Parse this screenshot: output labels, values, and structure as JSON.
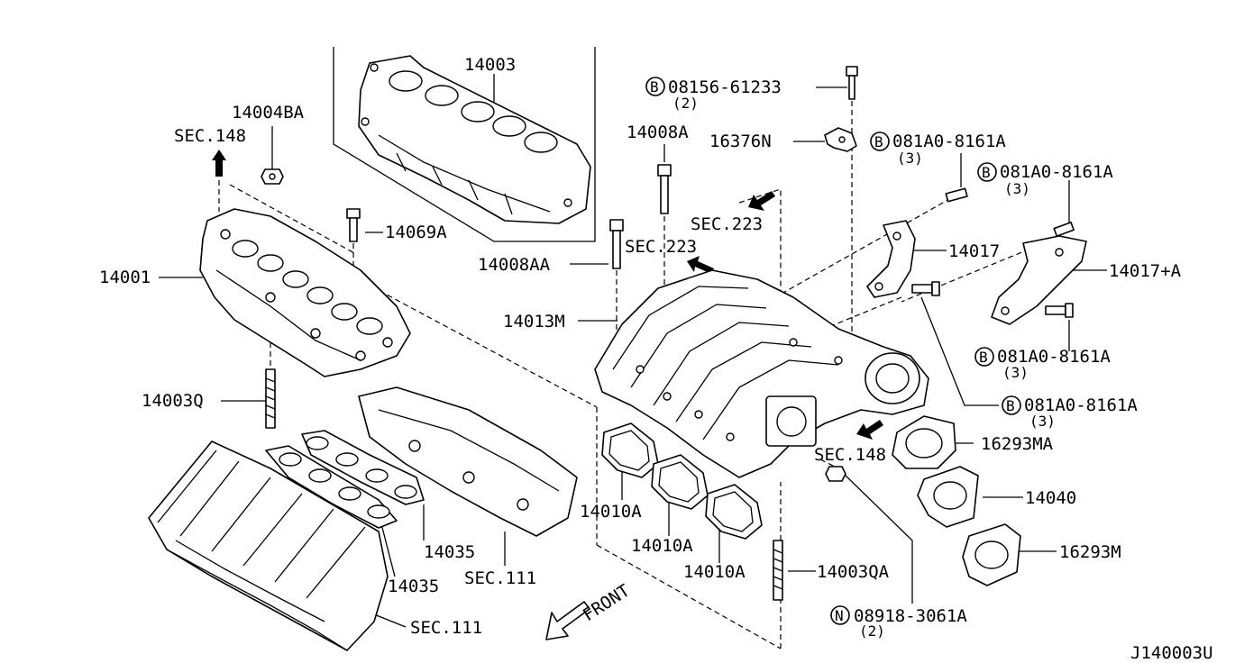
{
  "diagram_id": "J140003U",
  "labels": {
    "p14003": "14003",
    "p14004BA": "14004BA",
    "sec148_top": "SEC.148",
    "p14069A": "14069A",
    "p14001": "14001",
    "p14003Q": "14003Q",
    "p14035_a": "14035",
    "p14035_b": "14035",
    "sec111_a": "SEC.111",
    "sec111_b": "SEC.111",
    "p14010A_a": "14010A",
    "p14010A_b": "14010A",
    "p14010A_c": "14010A",
    "p14003QA": "14003QA",
    "front": "FRONT",
    "bolt_08156": "08156-61233",
    "bolt_08156_qty": "(2)",
    "p14008A": "14008A",
    "p16376N": "16376N",
    "bolt_081A0_1": "081A0-8161A",
    "bolt_081A0_1_qty": "(3)",
    "bolt_081A0_2": "081A0-8161A",
    "bolt_081A0_2_qty": "(3)",
    "sec223_a": "SEC.223",
    "sec223_b": "SEC.223",
    "p14008AA": "14008AA",
    "p14017": "14017",
    "p14017A": "14017+A",
    "p14013M": "14013M",
    "bolt_081A0_3": "081A0-8161A",
    "bolt_081A0_3_qty": "(3)",
    "bolt_081A0_4": "081A0-8161A",
    "bolt_081A0_4_qty": "(3)",
    "p16293MA": "16293MA",
    "sec148_mid": "SEC.148",
    "p14040": "14040",
    "p16293M": "16293M",
    "nut_08918": "08918-3061A",
    "nut_08918_qty": "(2)"
  },
  "markers": {
    "bolt_symbol": "B",
    "nut_symbol": "N"
  }
}
